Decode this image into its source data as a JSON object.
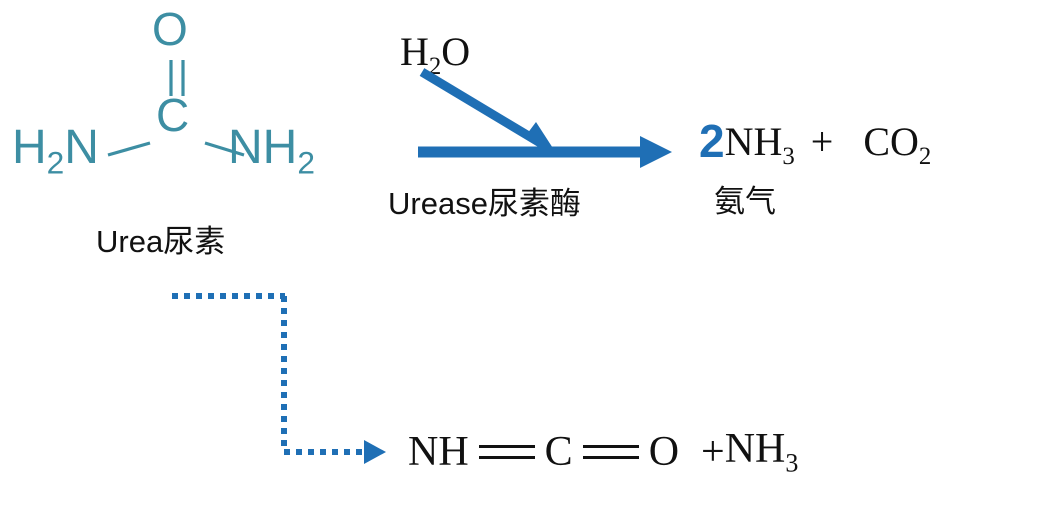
{
  "diagram": {
    "title": "Urea hydrolysis by urease",
    "colors": {
      "structure_teal": "#3d8ea3",
      "arrow_blue": "#1f6fb5",
      "text_black": "#111111",
      "background": "#ffffff"
    }
  },
  "structure": {
    "oxygen": "O",
    "carbon": "C",
    "amine_left_main": "H",
    "amine_left_sub": "2",
    "amine_left_tail": "N",
    "amine_right_main": "NH",
    "amine_right_sub": "2",
    "caption": "Urea尿素"
  },
  "reaction": {
    "reactant_water_main": "H",
    "reactant_water_sub": "2",
    "reactant_water_tail": "O",
    "catalyst_label": "Urease尿素酶",
    "product_coefficient": "2",
    "product_ammonia_main": "NH",
    "product_ammonia_sub": "3",
    "plus_sign": "+",
    "product_co2_main": "CO",
    "product_co2_sub": "2",
    "ammonia_chinese": "氨气"
  },
  "bottom_equation": {
    "fragment_nh": "NH",
    "bond_symbol_1": "=",
    "fragment_c": "C",
    "bond_symbol_2": "=",
    "fragment_o": "O",
    "plus_sign": "+",
    "fragment_nh3_main": "NH",
    "fragment_nh3_sub": "3"
  },
  "connectors": {
    "dotted_path_label": "urea-to-isocyanic-acid-path",
    "main_arrow_label": "reaction-arrow",
    "water_arrow_label": "water-input-arrow"
  }
}
